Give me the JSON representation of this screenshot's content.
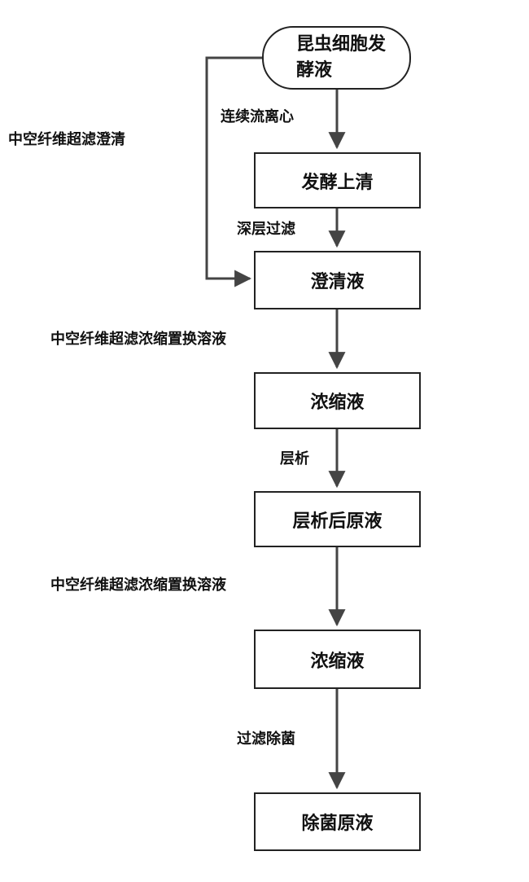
{
  "nodes": {
    "start": {
      "line1": "昆虫细胞发",
      "line2": "酵液"
    },
    "supernatant": "发酵上清",
    "clarified": "澄清液",
    "concentrate_1": "浓缩液",
    "post_chromatography": "层析后原液",
    "concentrate_2": "浓缩液",
    "sterile_stock": "除菌原液"
  },
  "edges": {
    "centrifugation": "连续流离心",
    "hollow_fiber_clarification": "中空纤维超滤澄清",
    "depth_filtration": "深层过滤",
    "uf_df_1": "中空纤维超滤浓缩置换溶液",
    "chromatography": "层析",
    "uf_df_2": "中空纤维超滤浓缩置换溶液",
    "sterile_filtration": "过滤除菌"
  },
  "colors": {
    "line": "#444444",
    "border": "#222222",
    "text": "#111111"
  }
}
